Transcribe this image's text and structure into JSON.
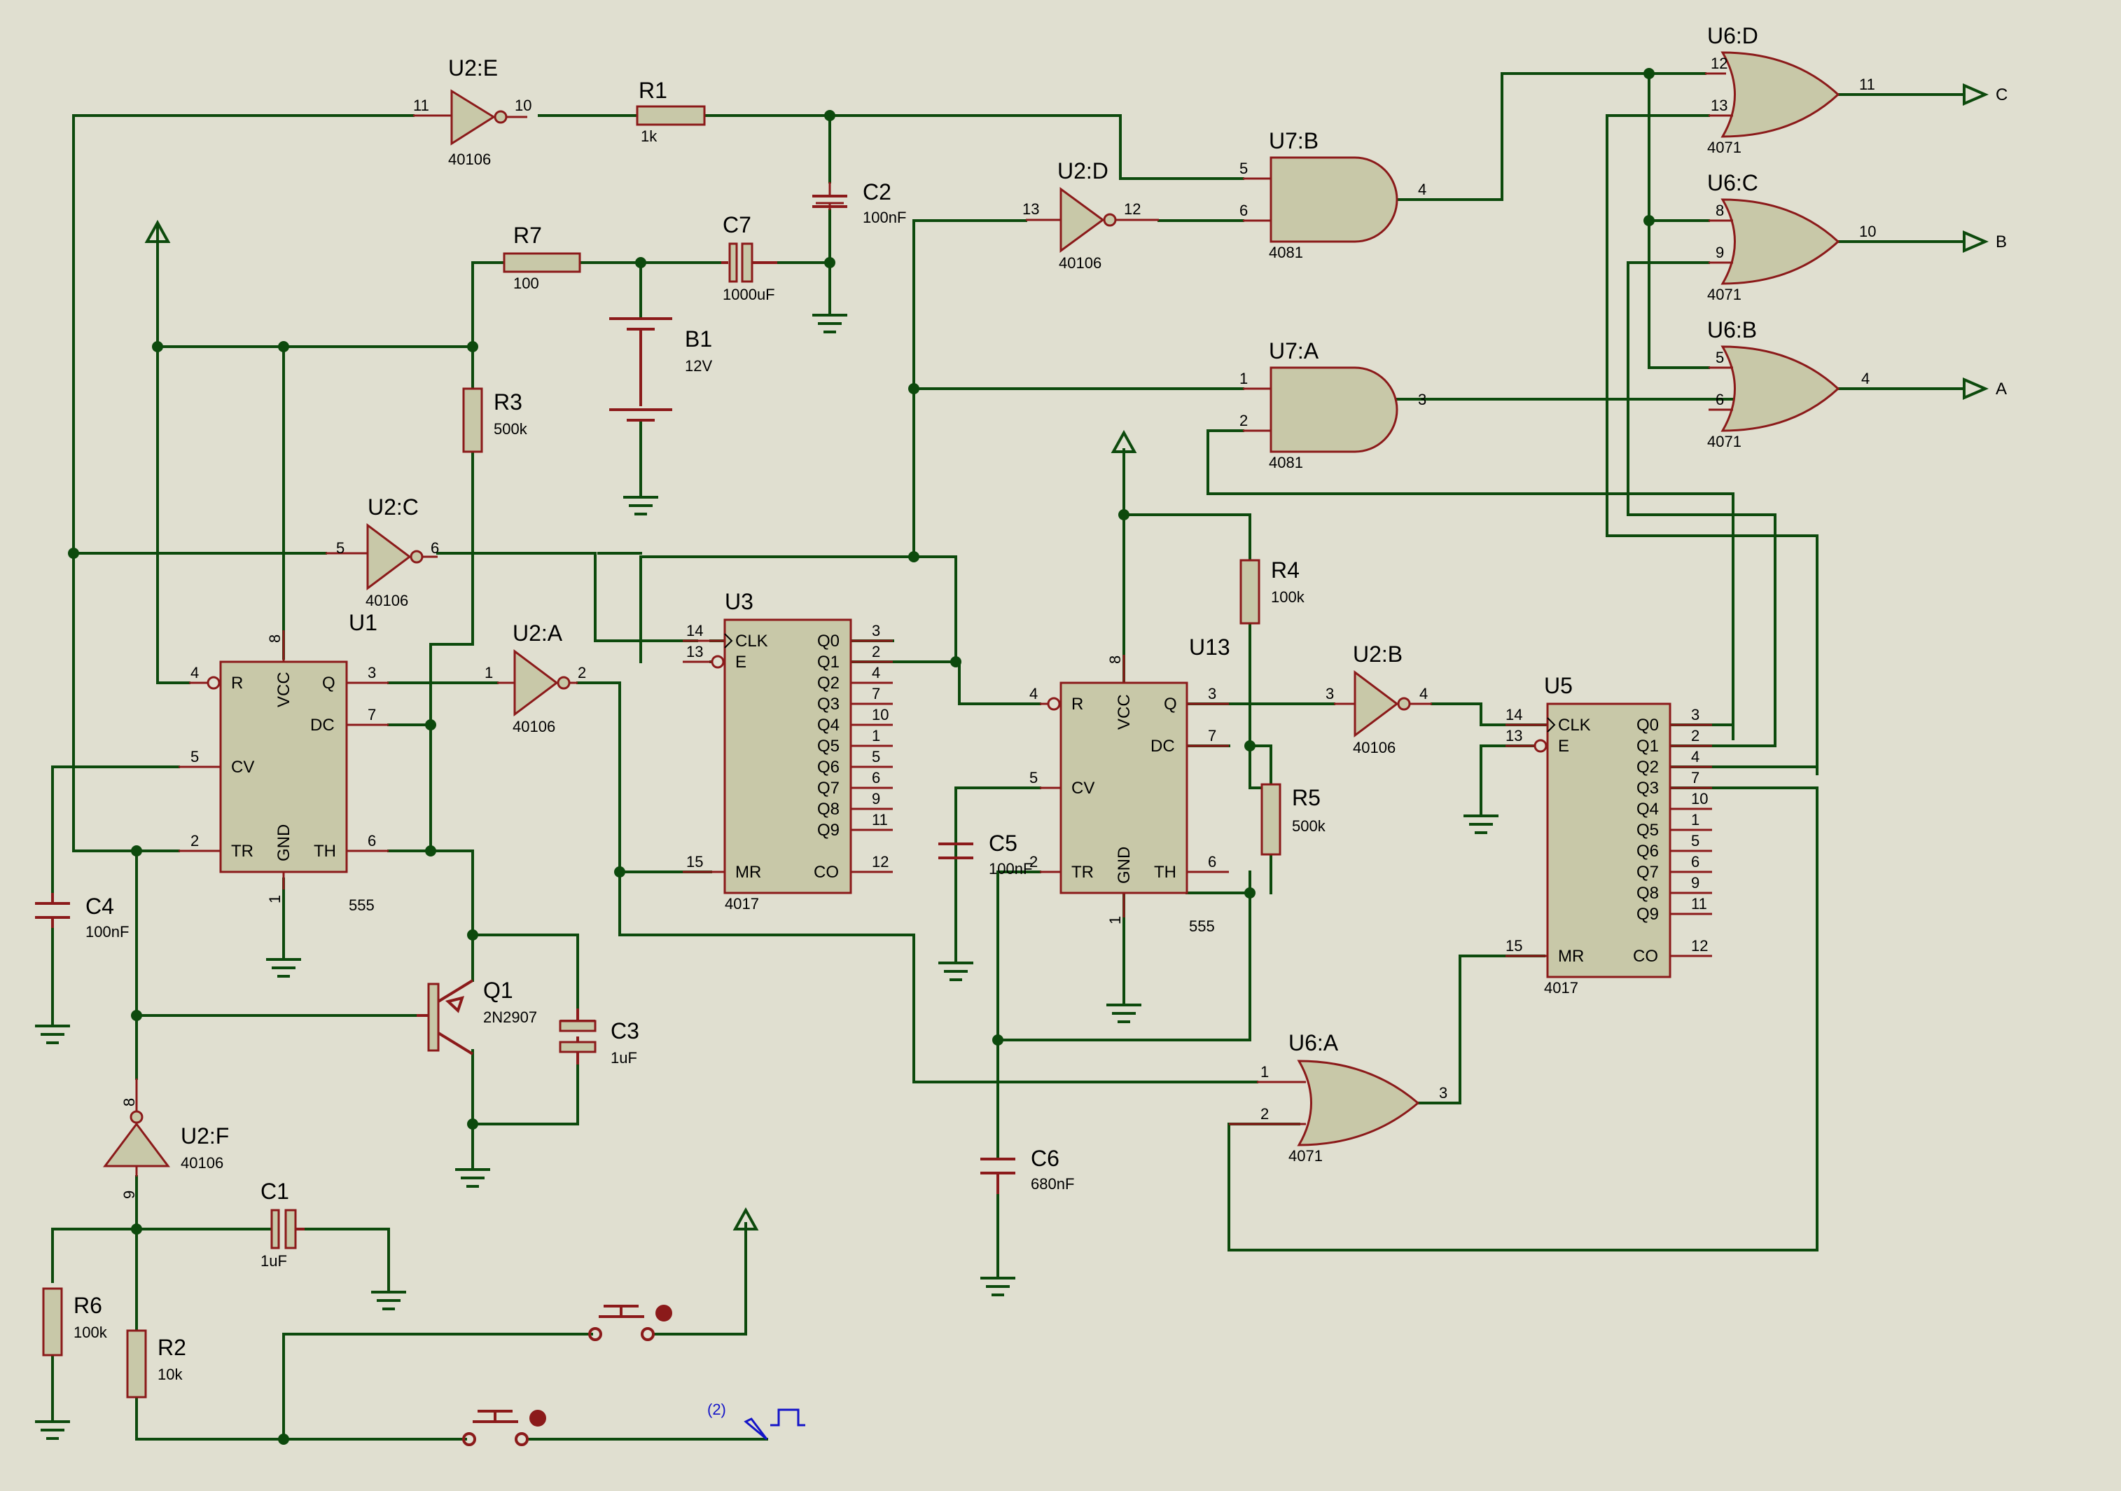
{
  "schematic": {
    "parts": [
      {
        "ref": "U2:E",
        "value": "40106",
        "pins": [
          "11",
          "10"
        ]
      },
      {
        "ref": "U2:D",
        "value": "40106",
        "pins": [
          "13",
          "12"
        ]
      },
      {
        "ref": "U2:C",
        "value": "40106",
        "pins": [
          "5",
          "6"
        ]
      },
      {
        "ref": "U2:A",
        "value": "40106",
        "pins": [
          "1",
          "2"
        ]
      },
      {
        "ref": "U2:B",
        "value": "40106",
        "pins": [
          "3",
          "4"
        ]
      },
      {
        "ref": "U2:F",
        "value": "40106",
        "pins": [
          "8",
          "9"
        ]
      },
      {
        "ref": "R1",
        "value": "1k"
      },
      {
        "ref": "R7",
        "value": "100"
      },
      {
        "ref": "R3",
        "value": "500k"
      },
      {
        "ref": "R4",
        "value": "100k"
      },
      {
        "ref": "R5",
        "value": "500k"
      },
      {
        "ref": "R6",
        "value": "100k"
      },
      {
        "ref": "R2",
        "value": "10k"
      },
      {
        "ref": "C2",
        "value": "100nF"
      },
      {
        "ref": "C7",
        "value": "1000uF"
      },
      {
        "ref": "C4",
        "value": "100nF"
      },
      {
        "ref": "C3",
        "value": "1uF"
      },
      {
        "ref": "C5",
        "value": "100nF"
      },
      {
        "ref": "C6",
        "value": "680nF"
      },
      {
        "ref": "C1",
        "value": "1uF"
      },
      {
        "ref": "B1",
        "value": "12V"
      },
      {
        "ref": "Q1",
        "value": "2N2907"
      },
      {
        "ref": "U7:B",
        "value": "4081",
        "pins": [
          "5",
          "6",
          "4"
        ]
      },
      {
        "ref": "U7:A",
        "value": "4081",
        "pins": [
          "1",
          "2",
          "3"
        ]
      },
      {
        "ref": "U6:D",
        "value": "4071",
        "pins": [
          "12",
          "13",
          "11"
        ]
      },
      {
        "ref": "U6:C",
        "value": "4071",
        "pins": [
          "8",
          "9",
          "10"
        ]
      },
      {
        "ref": "U6:B",
        "value": "4071",
        "pins": [
          "5",
          "6",
          "4"
        ]
      },
      {
        "ref": "U6:A",
        "value": "4071",
        "pins": [
          "1",
          "2",
          "3"
        ]
      }
    ],
    "timers": [
      {
        "ref": "U1",
        "value": "555",
        "left": [
          "R",
          "CV",
          "TR"
        ],
        "right": [
          "Q",
          "DC",
          "TH"
        ],
        "vert": [
          "VCC",
          "GND"
        ],
        "pins": {
          "R": "4",
          "CV": "5",
          "TR": "2",
          "VCC": "8",
          "GND": "1",
          "Q": "3",
          "DC": "7",
          "TH": "6"
        }
      },
      {
        "ref": "U13",
        "value": "555",
        "left": [
          "R",
          "CV",
          "TR"
        ],
        "right": [
          "Q",
          "DC",
          "TH"
        ],
        "vert": [
          "VCC",
          "GND"
        ],
        "pins": {
          "R": "4",
          "CV": "5",
          "TR": "2",
          "VCC": "8",
          "GND": "1",
          "Q": "3",
          "DC": "7",
          "TH": "6"
        }
      }
    ],
    "counters": [
      {
        "ref": "U3",
        "value": "4017",
        "inputs": [
          {
            "name": "CLK",
            "pin": "14"
          },
          {
            "name": "E",
            "pin": "13"
          },
          {
            "name": "MR",
            "pin": "15"
          }
        ],
        "outputs": [
          {
            "name": "Q0",
            "pin": "3"
          },
          {
            "name": "Q1",
            "pin": "2"
          },
          {
            "name": "Q2",
            "pin": "4"
          },
          {
            "name": "Q3",
            "pin": "7"
          },
          {
            "name": "Q4",
            "pin": "10"
          },
          {
            "name": "Q5",
            "pin": "1"
          },
          {
            "name": "Q6",
            "pin": "5"
          },
          {
            "name": "Q7",
            "pin": "6"
          },
          {
            "name": "Q8",
            "pin": "9"
          },
          {
            "name": "Q9",
            "pin": "11"
          },
          {
            "name": "CO",
            "pin": "12"
          }
        ]
      },
      {
        "ref": "U5",
        "value": "4017",
        "inputs": [
          {
            "name": "CLK",
            "pin": "14"
          },
          {
            "name": "E",
            "pin": "13"
          },
          {
            "name": "MR",
            "pin": "15"
          }
        ],
        "outputs": [
          {
            "name": "Q0",
            "pin": "3"
          },
          {
            "name": "Q1",
            "pin": "2"
          },
          {
            "name": "Q2",
            "pin": "4"
          },
          {
            "name": "Q3",
            "pin": "7"
          },
          {
            "name": "Q4",
            "pin": "10"
          },
          {
            "name": "Q5",
            "pin": "1"
          },
          {
            "name": "Q6",
            "pin": "5"
          },
          {
            "name": "Q7",
            "pin": "6"
          },
          {
            "name": "Q8",
            "pin": "9"
          },
          {
            "name": "Q9",
            "pin": "11"
          },
          {
            "name": "CO",
            "pin": "12"
          }
        ]
      }
    ],
    "outputs": [
      "C",
      "B",
      "A"
    ],
    "generator_label": "(2)"
  },
  "colors": {
    "background": "#e0dfd0",
    "wire": "#0d4a0d",
    "body_fill": "#c8c8a8",
    "body_stroke": "#8b1a1a",
    "text": "#000000",
    "generator": "#1515c8"
  }
}
